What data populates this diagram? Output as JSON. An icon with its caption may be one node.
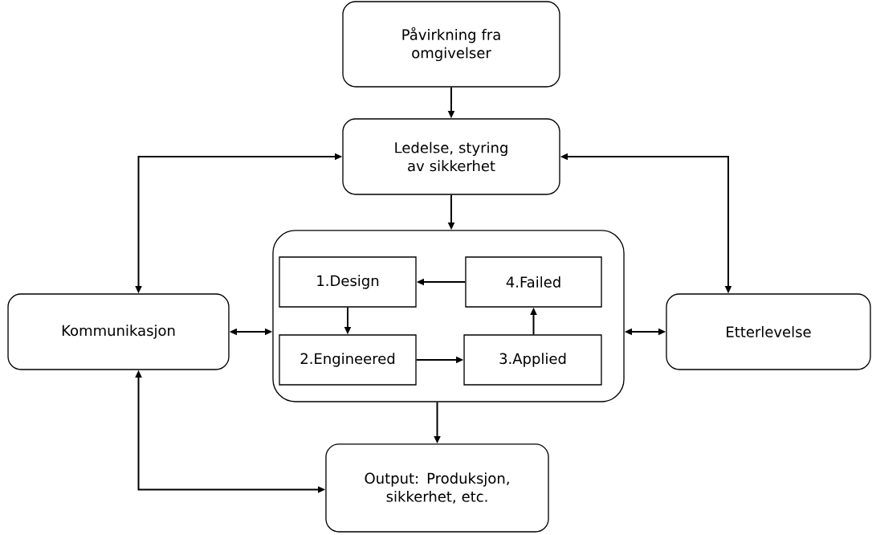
{
  "diagram": {
    "nodes": [
      {
        "text": [
          "Påvirkning fra omgivelser"
        ]
      },
      {
        "text": [
          "Ledelse, styring av sikkerhet"
        ]
      },
      {
        "text": [],
        "shape": "box"
      },
      {
        "text": [
          "1.Design"
        ],
        "in": 2
      },
      {
        "text": [
          "4.Failed"
        ],
        "in": 2
      },
      {
        "text": [
          "2.Engineered"
        ],
        "in": 2
      },
      {
        "text": [
          "3.Applied"
        ],
        "in": 2
      },
      {
        "text": [
          "Kommunikasjon"
        ]
      },
      {
        "text": [
          "Etterlevelse"
        ]
      },
      {
        "text": [
          "Output: Produksjon, sikkerhet, etc."
        ]
      }
    ],
    "edges": [
      {
        "from": 0,
        "to": 1,
        "arrow": "to"
      },
      {
        "from": 1,
        "to": 2,
        "arrow": "to"
      },
      {
        "from": 3,
        "to": 5,
        "arrow": "to"
      },
      {
        "from": 5,
        "to": 6,
        "arrow": "to"
      },
      {
        "from": 6,
        "to": 4,
        "arrow": "to"
      },
      {
        "from": 4,
        "to": 3,
        "arrow": "to"
      },
      {
        "from": 2,
        "to": 9,
        "arrow": "to"
      },
      {
        "from": 1,
        "to": 7,
        "arrow": "both"
      },
      {
        "from": 1,
        "to": 8,
        "arrow": "both"
      },
      {
        "from": 7,
        "to": 2,
        "arrow": "both"
      },
      {
        "from": 2,
        "to": 8,
        "arrow": "both"
      },
      {
        "from": 7,
        "to": 9,
        "arrow": "both"
      }
    ]
  }
}
